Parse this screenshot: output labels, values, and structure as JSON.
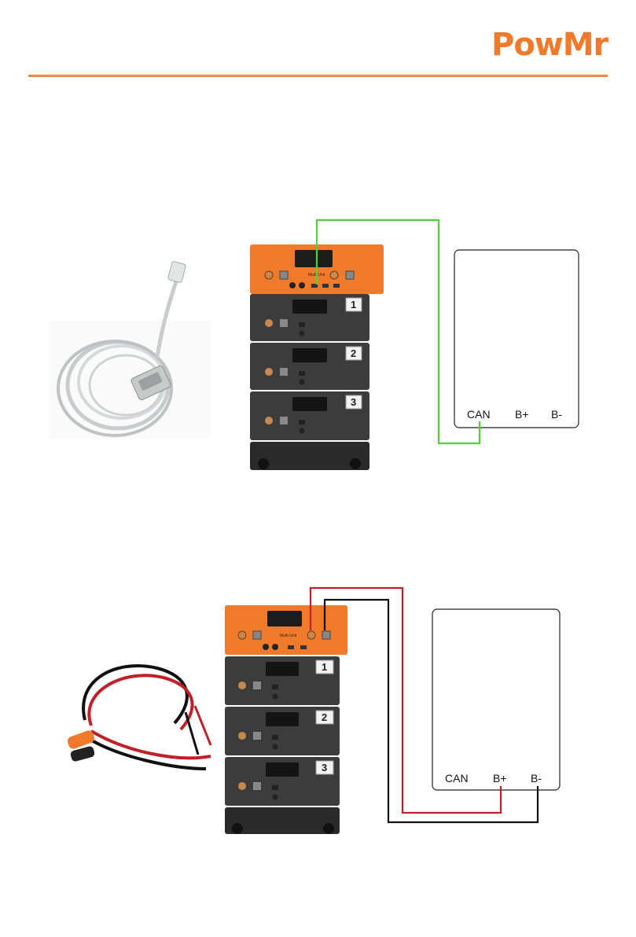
{
  "brand": {
    "logo_text": "PowMr",
    "accent_color": "#f07a2c",
    "rule_color": "#ee8a3c"
  },
  "diagram_can": {
    "battery_module_numbers": [
      "1",
      "2",
      "3"
    ],
    "controller_label": "Multi-Unit",
    "inverter_ports": [
      "CAN",
      "B+",
      "B-"
    ],
    "wire_color": "#52d23a",
    "accessory_icon": "communication-cable-icon"
  },
  "diagram_power": {
    "battery_module_numbers": [
      "1",
      "2",
      "3"
    ],
    "controller_label": "Multi-Unit",
    "inverter_ports": [
      "CAN",
      "B+",
      "B-"
    ],
    "positive_wire_color": "#c0202a",
    "negative_wire_color": "#111111",
    "accessory_icon": "power-cable-icon"
  }
}
